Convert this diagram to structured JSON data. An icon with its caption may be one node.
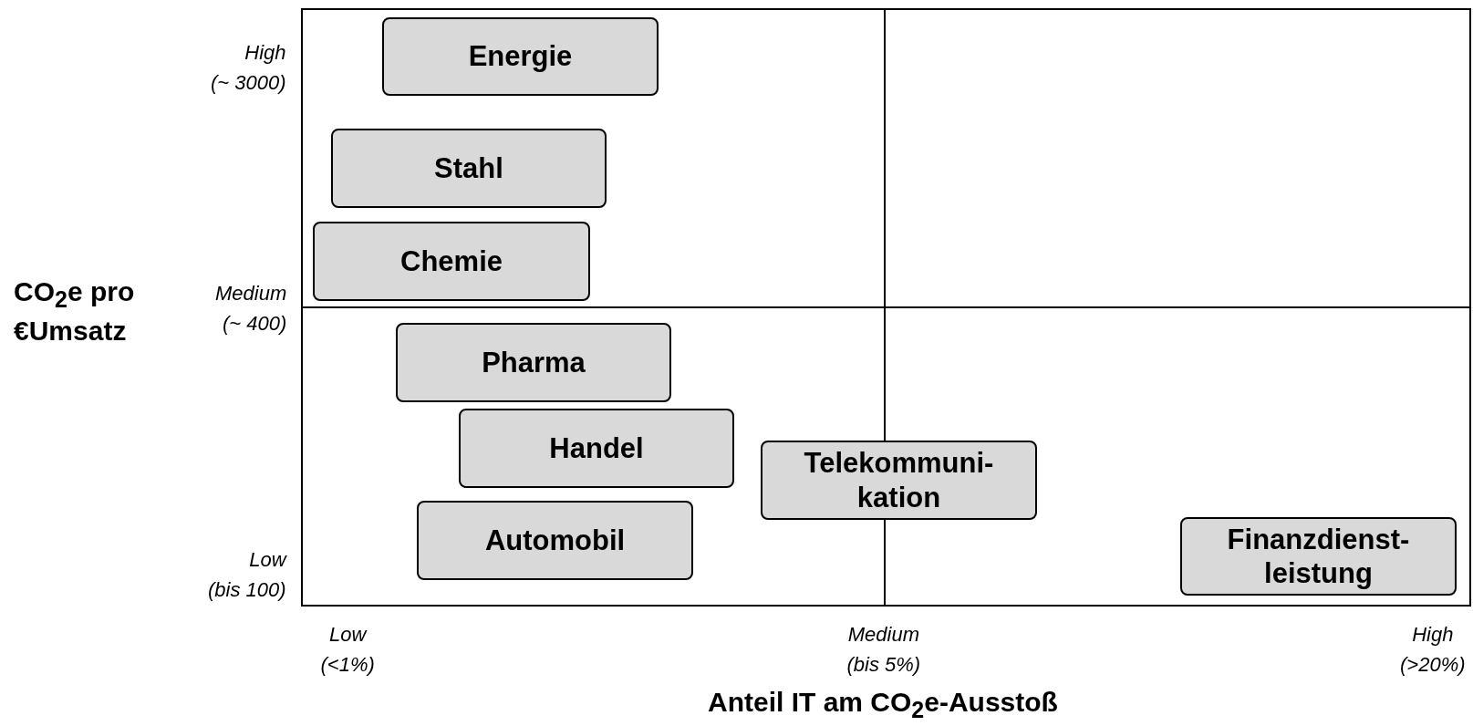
{
  "diagram": {
    "nodes": [
      {
        "text": [
          "Energie"
        ]
      },
      {
        "text": [
          "Stahl"
        ]
      },
      {
        "text": [
          "Chemie"
        ]
      },
      {
        "text": [
          "Pharma"
        ]
      },
      {
        "text": [
          "Handel"
        ]
      },
      {
        "text": [
          "Automobil"
        ]
      },
      {
        "text": [
          "Telekommuni- kation"
        ]
      },
      {
        "text": [
          "Finanzdienst- leistung"
        ]
      }
    ],
    "edges": [],
    "labels": [
      "High (~ 3000)",
      "Medium (~ 400)",
      "Low (bis 100)",
      "CO$_{2}$e pro €Umsatz",
      "Low (<1%)",
      "Medium (bis 5%)",
      "High (>20%)",
      "Anteil IT am CO$_{2}$e-Ausstoß"
    ]
  }
}
